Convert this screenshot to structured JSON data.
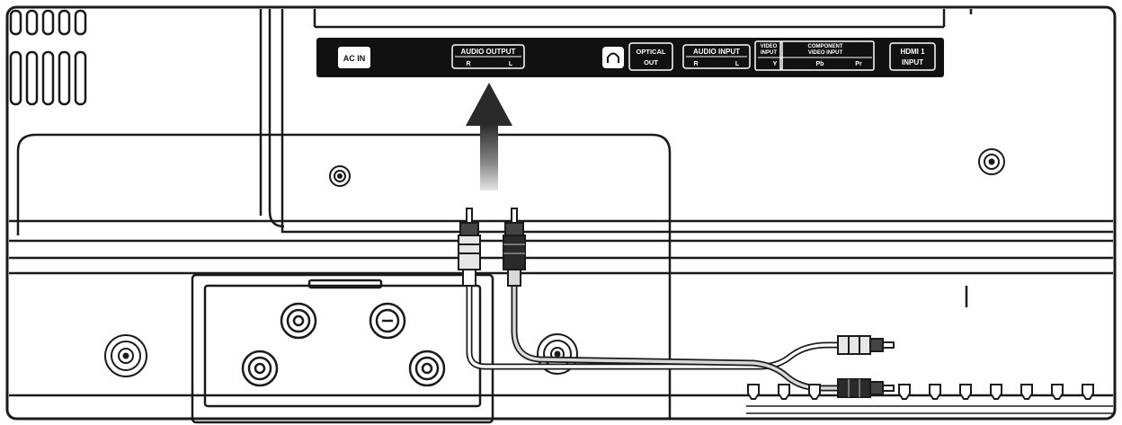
{
  "panel": {
    "ac_in": "AC IN",
    "audio_output": {
      "title": "AUDIO OUTPUT",
      "r": "R",
      "l": "L"
    },
    "optical_out": {
      "line1": "OPTICAL",
      "line2": "OUT"
    },
    "audio_input": {
      "title": "AUDIO INPUT",
      "r": "R",
      "l": "L"
    },
    "video_input": {
      "line1": "VIDEO",
      "line2": "INPUT"
    },
    "component": {
      "line1": "COMPONENT",
      "line2": "VIDEO INPUT",
      "y": "Y",
      "pb": "Pb",
      "pr": "Pr"
    },
    "hdmi": {
      "line1": "HDMI 1",
      "line2": "INPUT"
    }
  },
  "icons": [
    "headphone-icon",
    "up-arrow-icon",
    "rca-plug-icon",
    "screw-icon"
  ],
  "colors": {
    "panel": "#111111",
    "line": "#1a1a1a",
    "arrow": "#333333",
    "plug_light": "#e6e6e6",
    "plug_dark": "#2a2a2a"
  }
}
